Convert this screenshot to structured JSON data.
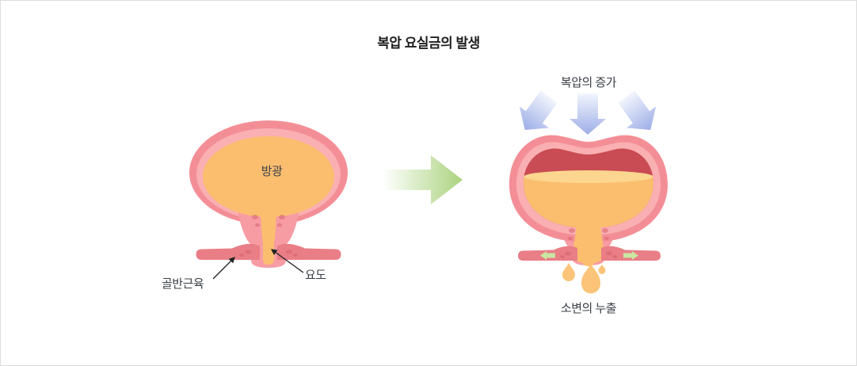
{
  "title": "복압 요실금의 발생",
  "left_diagram": {
    "bladder_label": "방광",
    "pelvic_muscle_label": "골반근육",
    "urethra_label": "요도"
  },
  "right_diagram": {
    "pressure_label": "복압의 증가",
    "leakage_label": "소변의 누출"
  },
  "colors": {
    "background": "#FFFFFF",
    "border": "#DDDDDD",
    "title_text": "#1F1F1F",
    "label_text": "#3B4047",
    "annotation": "#232323",
    "bladder_outer": "#F48E96",
    "bladder_inner": "#FAAFB2",
    "urine": "#FBBE6F",
    "urine_surface": "#FCD68F",
    "compressed_wall": "#C94B54",
    "muscle": "#E97E86",
    "muscle_spot": "#D7626E",
    "funnel": "#F79CA3",
    "drop": "#FBC478",
    "green_arrow_start": "#FFFFFF",
    "green_arrow_end": "#ABD37F",
    "blue_arrow_start": "#F2F5FD",
    "blue_arrow_end": "#9DAEE7",
    "muscle_arrow": "#C9E6A2"
  }
}
